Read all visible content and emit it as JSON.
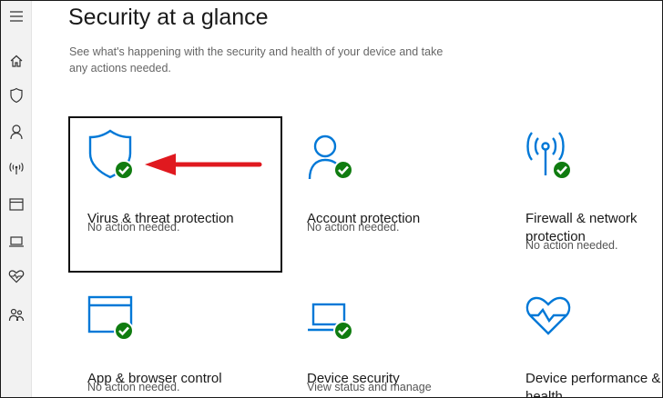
{
  "page": {
    "title": "Security at a glance",
    "description": "See what's happening with the security and health of your device and take any actions needed."
  },
  "sidebar": {
    "items": [
      {
        "icon": "hamburger-menu-icon"
      },
      {
        "icon": "home-icon"
      },
      {
        "icon": "shield-icon"
      },
      {
        "icon": "person-icon"
      },
      {
        "icon": "wifi-antenna-icon"
      },
      {
        "icon": "app-browser-icon"
      },
      {
        "icon": "laptop-icon"
      },
      {
        "icon": "heart-pulse-icon"
      },
      {
        "icon": "family-icon"
      }
    ]
  },
  "tiles": [
    {
      "id": "virus",
      "title": "Virus & threat protection",
      "status": "No action needed.",
      "icon": "shield-check-icon"
    },
    {
      "id": "account",
      "title": "Account protection",
      "status": "No action needed.",
      "icon": "person-check-icon"
    },
    {
      "id": "firewall",
      "title": "Firewall & network protection",
      "status": "No action needed.",
      "icon": "antenna-check-icon"
    },
    {
      "id": "appbrowser",
      "title": "App & browser control",
      "status": "No action needed.",
      "icon": "window-check-icon"
    },
    {
      "id": "device",
      "title": "Device security",
      "status": "View status and manage",
      "icon": "laptop-check-icon"
    },
    {
      "id": "health",
      "title": "Device performance & health",
      "status": "",
      "icon": "heart-pulse-icon"
    }
  ],
  "colors": {
    "accent": "#0078d7",
    "ok": "#107c10",
    "arrow": "#e0191f"
  }
}
